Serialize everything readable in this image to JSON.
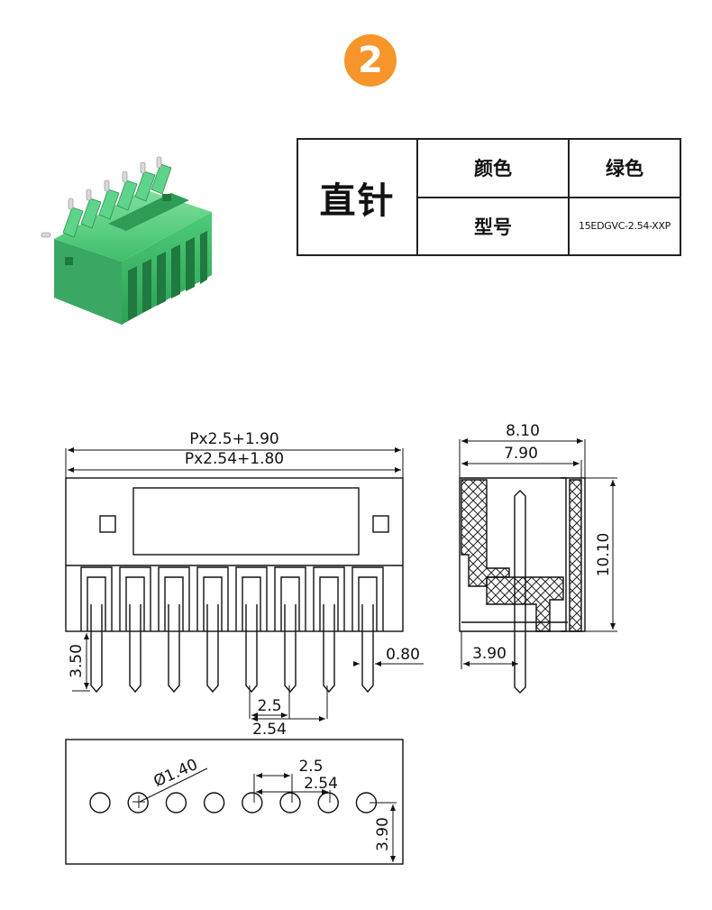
{
  "badge": {
    "number": "2"
  },
  "spec_table": {
    "type_label": "直针",
    "rows": [
      {
        "key": "颜色",
        "value": "绿色"
      },
      {
        "key": "型号",
        "value": "15EDGVC-2.54-XXP"
      }
    ]
  },
  "colors": {
    "badge": "#f5952a",
    "connector_green": "#3cb371",
    "line": "#111111"
  },
  "product_image": {
    "icon": "green-terminal-block-connector-photo",
    "pin_count": 7
  },
  "front_view": {
    "dim_width_a": "Px2.5+1.90",
    "dim_width_b": "Px2.54+1.80",
    "dim_pin_length": "3.50",
    "dim_pin_width": "0.80",
    "dim_pitch_a": "2.5",
    "dim_pitch_b": "2.54",
    "pin_count": 8
  },
  "side_view": {
    "dim_depth_a": "8.10",
    "dim_depth_b": "7.90",
    "dim_height": "10.10",
    "dim_pin_offset": "3.90"
  },
  "pcb_layout": {
    "dim_hole_diameter": "Ø1.40",
    "dim_pitch_a": "2.5",
    "dim_pitch_b": "2.54",
    "dim_row_offset": "3.90",
    "hole_count": 8
  }
}
